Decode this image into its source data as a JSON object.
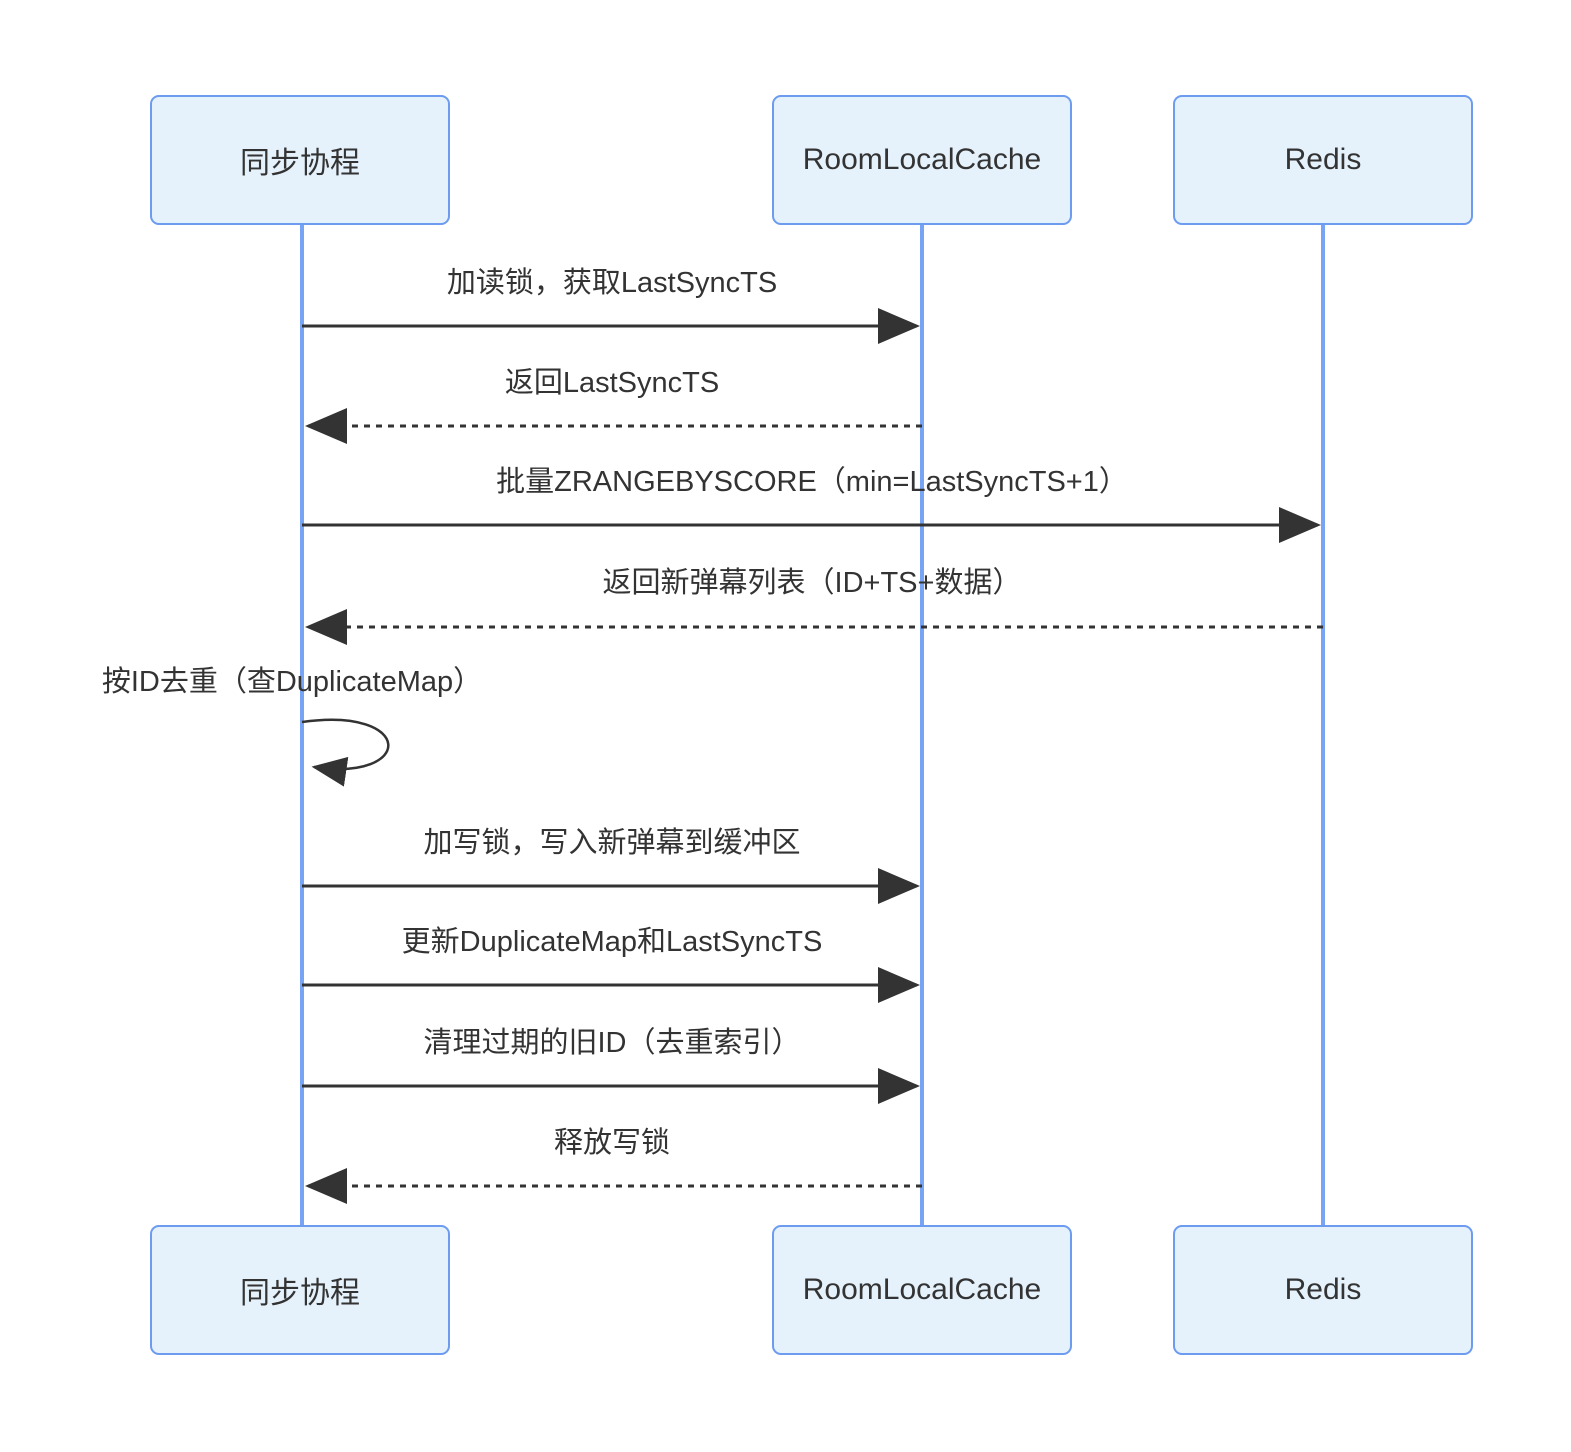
{
  "diagram": {
    "type": "sequence",
    "actors": [
      {
        "id": "sync-coroutine",
        "name": "同步协程"
      },
      {
        "id": "room-local-cache",
        "name": "RoomLocalCache"
      },
      {
        "id": "redis",
        "name": "Redis"
      }
    ],
    "messages": [
      {
        "label": "加读锁，获取LastSyncTS",
        "from": "同步协程",
        "to": "RoomLocalCache",
        "line": "solid"
      },
      {
        "label": "返回LastSyncTS",
        "from": "RoomLocalCache",
        "to": "同步协程",
        "line": "dashed"
      },
      {
        "label": "批量ZRANGEBYSCORE（min=LastSyncTS+1）",
        "from": "同步协程",
        "to": "Redis",
        "line": "solid"
      },
      {
        "label": "返回新弹幕列表（ID+TS+数据）",
        "from": "Redis",
        "to": "同步协程",
        "line": "dashed"
      },
      {
        "label": "按ID去重（查DuplicateMap）",
        "from": "同步协程",
        "to": "同步协程",
        "line": "self-loop"
      },
      {
        "label": "加写锁，写入新弹幕到缓冲区",
        "from": "同步协程",
        "to": "RoomLocalCache",
        "line": "solid"
      },
      {
        "label": "更新DuplicateMap和LastSyncTS",
        "from": "同步协程",
        "to": "RoomLocalCache",
        "line": "solid"
      },
      {
        "label": "清理过期的旧ID（去重索引）",
        "from": "同步协程",
        "to": "RoomLocalCache",
        "line": "solid"
      },
      {
        "label": "释放写锁",
        "from": "RoomLocalCache",
        "to": "同步协程",
        "line": "dashed"
      }
    ],
    "colors": {
      "actor_fill": "#e5f2fc",
      "actor_border": "#6d9bf0",
      "lifeline": "#77a4f5",
      "arrow": "#333333",
      "text": "#333333",
      "bg": "#ffffff"
    }
  }
}
